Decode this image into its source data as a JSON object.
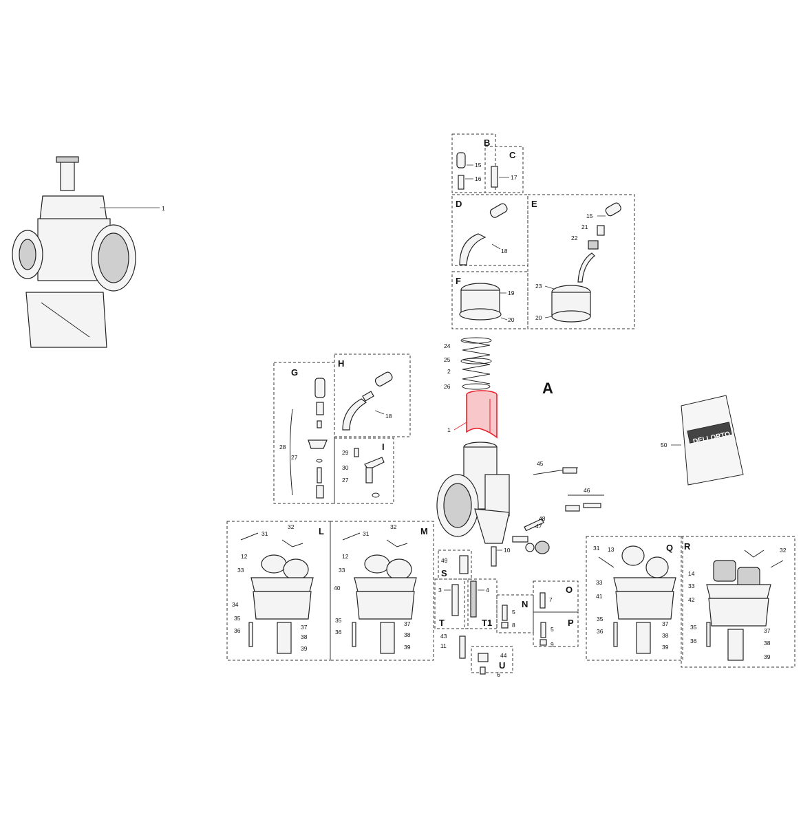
{
  "overview": {
    "callout": "1"
  },
  "main_label": "A",
  "groups": {
    "B": {
      "letter": "B",
      "parts": [
        "15",
        "16"
      ]
    },
    "C": {
      "letter": "C",
      "parts": [
        "17"
      ]
    },
    "D": {
      "letter": "D",
      "parts": [
        "18"
      ]
    },
    "E": {
      "letter": "E",
      "parts": [
        "15",
        "21",
        "22",
        "23",
        "20"
      ]
    },
    "F": {
      "letter": "F",
      "parts": [
        "19",
        "20"
      ]
    },
    "G": {
      "letter": "G",
      "parts": [
        "28",
        "27"
      ]
    },
    "H": {
      "letter": "H",
      "parts": [
        "18"
      ]
    },
    "I": {
      "letter": "I",
      "parts": [
        "29",
        "30",
        "27"
      ]
    },
    "L": {
      "letter": "L",
      "parts": [
        "31",
        "32",
        "12",
        "33",
        "34",
        "35",
        "36",
        "37",
        "38",
        "39"
      ]
    },
    "M": {
      "letter": "M",
      "parts": [
        "31",
        "32",
        "12",
        "33",
        "40",
        "35",
        "36",
        "37",
        "38",
        "39"
      ]
    },
    "S": {
      "letter": "S",
      "parts": [
        "49"
      ]
    },
    "T": {
      "letter": "T",
      "parts": [
        "3"
      ]
    },
    "T1": {
      "letter": "T1",
      "parts": [
        "4"
      ]
    },
    "N": {
      "letter": "N",
      "parts": [
        "5",
        "8"
      ]
    },
    "O": {
      "letter": "O",
      "parts": [
        "7"
      ]
    },
    "P": {
      "letter": "P",
      "parts": [
        "5",
        "9"
      ]
    },
    "U": {
      "letter": "U",
      "parts": [
        "44",
        "6"
      ]
    },
    "Q": {
      "letter": "Q",
      "parts": [
        "31",
        "13",
        "33",
        "41",
        "35",
        "36",
        "37",
        "38",
        "39"
      ]
    },
    "R": {
      "letter": "R",
      "parts": [
        "32",
        "14",
        "33",
        "42",
        "35",
        "36",
        "37",
        "38",
        "39"
      ]
    }
  },
  "spring_stack": [
    "24",
    "25",
    "2",
    "26"
  ],
  "highlighted_part": {
    "callout": "1",
    "color": "#e8202a"
  },
  "body_parts": [
    "45",
    "46",
    "48",
    "47",
    "10",
    "43",
    "11"
  ],
  "kit": {
    "callout": "50",
    "brand_text": "DELLORTO"
  },
  "colors": {
    "line": "#222222",
    "highlight": "#e8202a",
    "background": "#ffffff"
  }
}
